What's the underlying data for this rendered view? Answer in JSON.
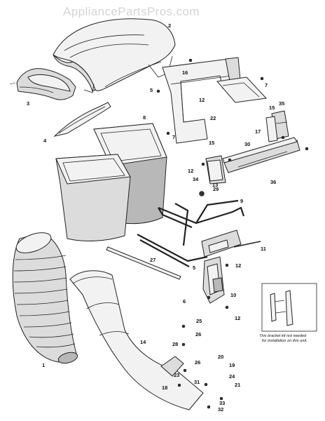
{
  "watermark": "AppliancePartsPros.com",
  "inset_note": {
    "line1": "This bracket kit not needed",
    "line2": "for installation on this unit."
  },
  "callouts": [
    {
      "key": "c1",
      "label": "1"
    },
    {
      "key": "c2",
      "label": "2"
    },
    {
      "key": "c3",
      "label": "3"
    },
    {
      "key": "c4",
      "label": "4"
    },
    {
      "key": "c5a",
      "label": "5"
    },
    {
      "key": "c5b",
      "label": "5"
    },
    {
      "key": "c6",
      "label": "6"
    },
    {
      "key": "c7a",
      "label": "7"
    },
    {
      "key": "c7b",
      "label": "7"
    },
    {
      "key": "c8",
      "label": "8"
    },
    {
      "key": "c9",
      "label": "9"
    },
    {
      "key": "c10",
      "label": "10"
    },
    {
      "key": "c11",
      "label": "11"
    },
    {
      "key": "c12a",
      "label": "12"
    },
    {
      "key": "c12b",
      "label": "12"
    },
    {
      "key": "c12c",
      "label": "12"
    },
    {
      "key": "c12d",
      "label": "12"
    },
    {
      "key": "c13",
      "label": "13"
    },
    {
      "key": "c14",
      "label": "14"
    },
    {
      "key": "c15a",
      "label": "15"
    },
    {
      "key": "c15b",
      "label": "15"
    },
    {
      "key": "c16",
      "label": "16"
    },
    {
      "key": "c17",
      "label": "17"
    },
    {
      "key": "c18",
      "label": "18"
    },
    {
      "key": "c19",
      "label": "19"
    },
    {
      "key": "c20",
      "label": "20"
    },
    {
      "key": "c21",
      "label": "21"
    },
    {
      "key": "c22",
      "label": "22"
    },
    {
      "key": "c23",
      "label": "23"
    },
    {
      "key": "c24",
      "label": "24"
    },
    {
      "key": "c25",
      "label": "25"
    },
    {
      "key": "c26a",
      "label": "26"
    },
    {
      "key": "c26b",
      "label": "26"
    },
    {
      "key": "c27",
      "label": "27"
    },
    {
      "key": "c28",
      "label": "28"
    },
    {
      "key": "c29",
      "label": "29"
    },
    {
      "key": "c30",
      "label": "30"
    },
    {
      "key": "c31",
      "label": "31"
    },
    {
      "key": "c32",
      "label": "32"
    },
    {
      "key": "c33",
      "label": "33"
    },
    {
      "key": "c34",
      "label": "34"
    },
    {
      "key": "c35",
      "label": "35"
    },
    {
      "key": "c36",
      "label": "36"
    }
  ]
}
